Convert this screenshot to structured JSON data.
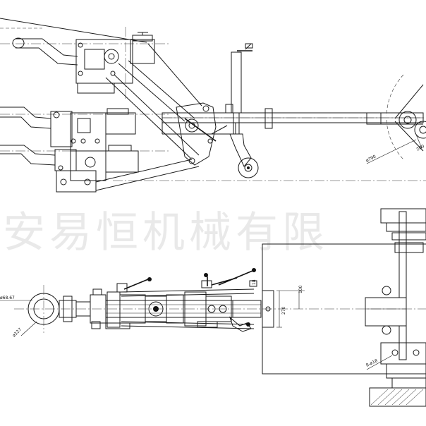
{
  "watermark": "安易恒机械有限",
  "dimensions": {
    "wheel_diameter": "ø790",
    "wheel_radius": "200",
    "hitch_diameter": "ø68.67",
    "ring_diameter": "ø127",
    "height_18": "18",
    "height_100": "100",
    "height_270": "270",
    "bolt_spec": "8-ø18"
  }
}
